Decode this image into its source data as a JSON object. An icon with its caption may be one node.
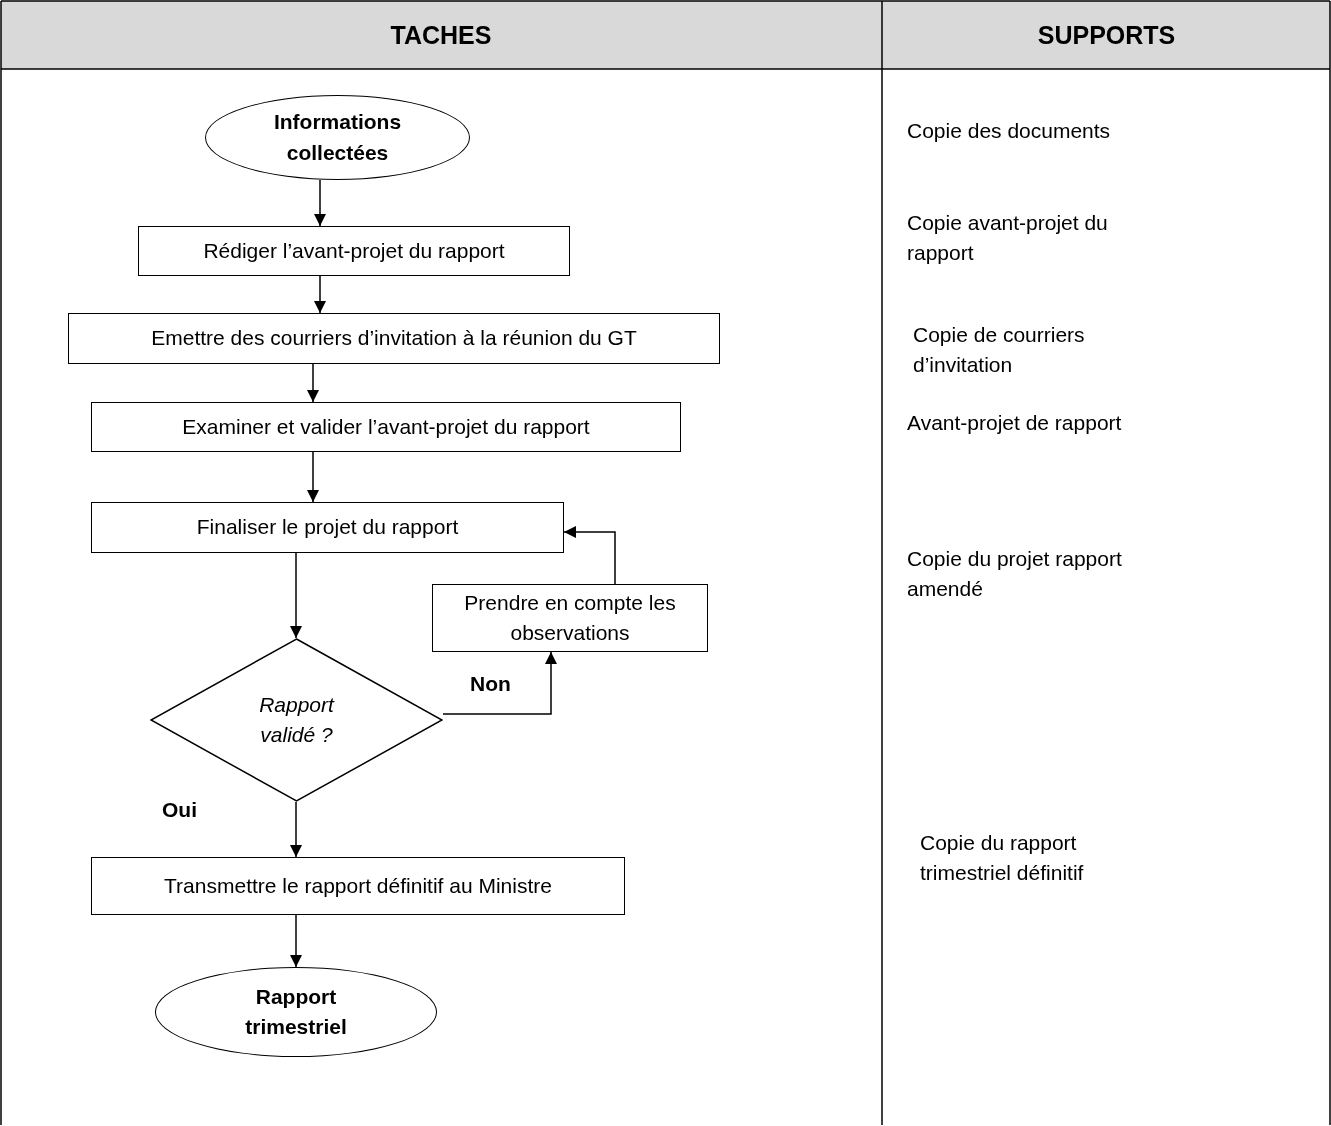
{
  "diagram": {
    "nodes": [
      {
        "text": [
          "Informations collectées"
        ]
      },
      {
        "text": [
          "Rédiger l’avant-projet du rapport"
        ]
      },
      {
        "text": [
          "Emettre des courriers d’invitation à la réunion du GT"
        ]
      },
      {
        "text": [
          "Examiner et valider l’avant-projet du rapport"
        ]
      },
      {
        "text": [
          "Finaliser le projet du rapport"
        ]
      },
      {
        "text": [
          "Prendre en compte les observations"
        ]
      },
      {
        "text": [
          "Rapport validé ?"
        ]
      },
      {
        "text": [
          "Transmettre le rapport définitif au Ministre"
        ]
      },
      {
        "text": [
          "Rapport trimestriel"
        ]
      }
    ],
    "edges": [
      {
        "from": 0,
        "to": 1,
        "arrow": "to"
      },
      {
        "from": 1,
        "to": 2,
        "arrow": "to"
      },
      {
        "from": 2,
        "to": 3,
        "arrow": "to"
      },
      {
        "from": 3,
        "to": 4,
        "arrow": "to"
      },
      {
        "from": 4,
        "to": 6,
        "arrow": "to"
      },
      {
        "from": 6,
        "to": 5,
        "arrow": "to",
        "label": "Non"
      },
      {
        "from": 5,
        "to": 4,
        "arrow": "to"
      },
      {
        "from": 6,
        "to": 7,
        "arrow": "to",
        "label": "Oui"
      },
      {
        "from": 7,
        "to": 8,
        "arrow": "to"
      }
    ],
    "labels": [
      "TACHES",
      "SUPPORTS",
      "Copie des documents",
      "Copie avant-projet du rapport",
      "Copie de courriers d’invitation",
      "Avant-projet de rapport",
      "Copie du projet rapport amendé",
      "Copie du rapport trimestriel définitif"
    ]
  }
}
